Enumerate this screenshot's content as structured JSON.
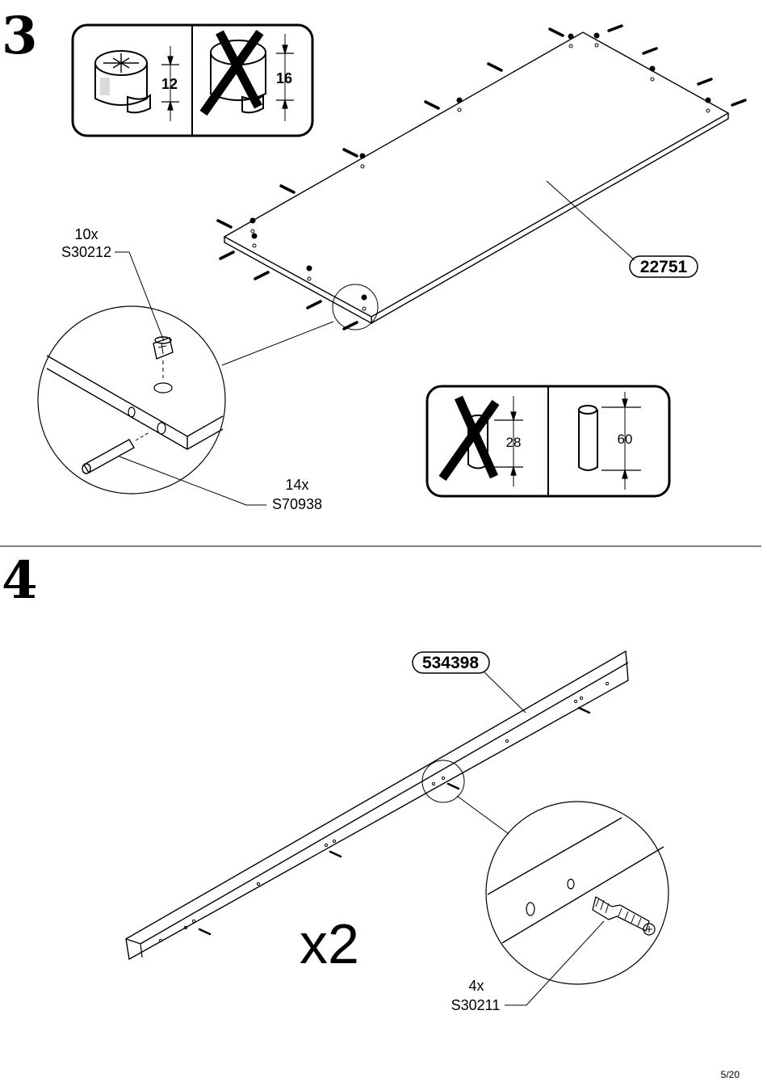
{
  "step3": {
    "number": "3",
    "panel_part": "22751",
    "cam_fitting": {
      "qty": "10x",
      "code": "S30212"
    },
    "dowel": {
      "qty": "14x",
      "code": "S70938"
    },
    "cam_depth_ok": "12",
    "cam_depth_wrong": "16",
    "dowel_len_wrong": "28",
    "dowel_len_ok": "60"
  },
  "step4": {
    "number": "4",
    "rail_part": "534398",
    "quantity": "x2",
    "bolt": {
      "qty": "4x",
      "code": "S30211"
    }
  },
  "page": "5/20"
}
